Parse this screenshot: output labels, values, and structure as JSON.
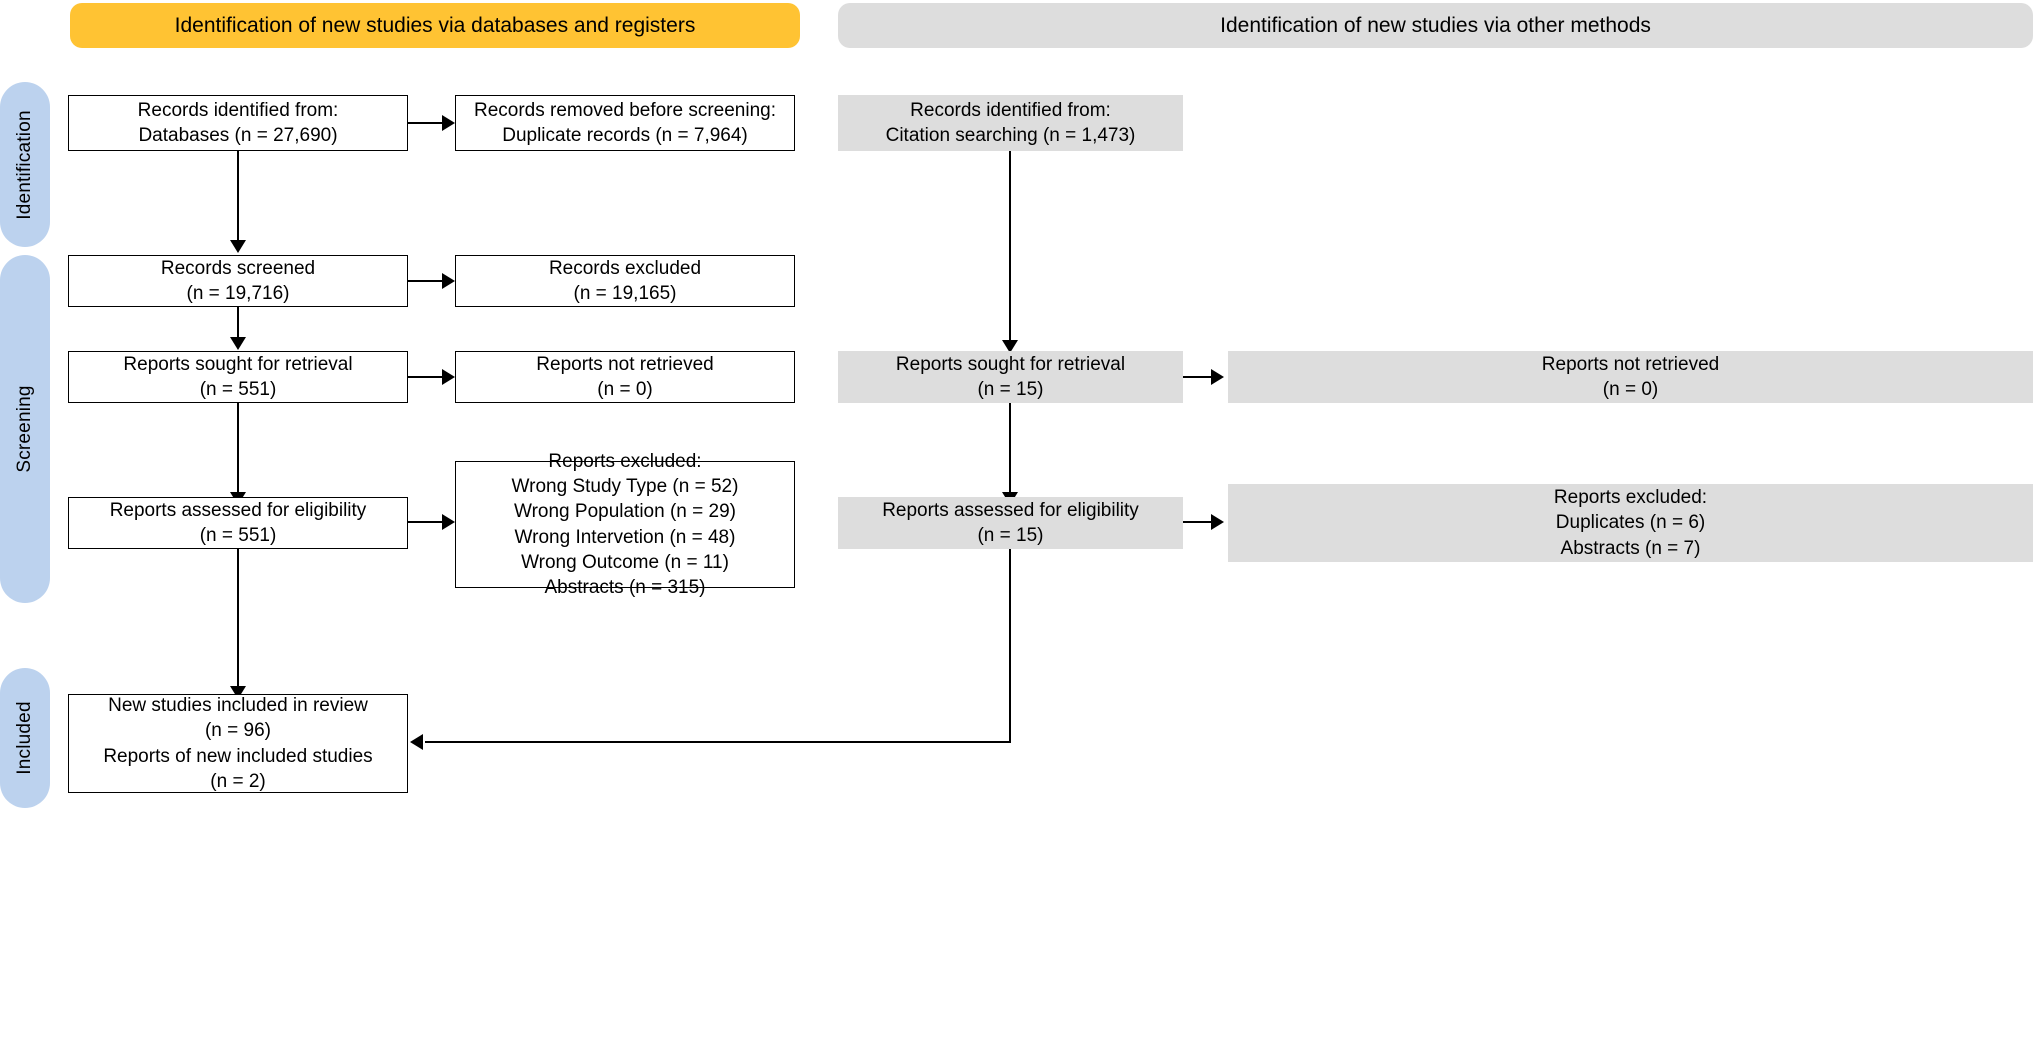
{
  "diagram": {
    "title": "PRISMA 2020 flow diagram for new systematic reviews",
    "banners": {
      "databases": "Identification of new studies via databases and registers",
      "other_methods": "Identification of new studies via other methods"
    },
    "stages": [
      {
        "key": "identification",
        "label": "Identification"
      },
      {
        "key": "screening",
        "label": "Screening"
      },
      {
        "key": "included",
        "label": "Included"
      }
    ],
    "colors": {
      "banner_databases": "#FFC333",
      "banner_other": "#DDDDDD",
      "stage_pill": "#BCD2EE",
      "box_grey": "#DDDDDD",
      "box_white": "#FFFFFF",
      "stroke": "#000000"
    },
    "left_column": {
      "identified": {
        "lines": [
          "Records identified from:",
          "Databases (n = 27,690)"
        ]
      },
      "removed": {
        "lines": [
          "Records removed before screening:",
          "Duplicate records (n = 7,964)"
        ]
      },
      "screened": {
        "lines": [
          "Records screened",
          "(n = 19,716)"
        ]
      },
      "records_excluded": {
        "lines": [
          "Records excluded",
          "(n = 19,165)"
        ]
      },
      "sought": {
        "lines": [
          "Reports sought for retrieval",
          "(n = 551)"
        ]
      },
      "not_retrieved": {
        "lines": [
          "Reports not retrieved",
          "(n = 0)"
        ]
      },
      "assessed": {
        "lines": [
          "Reports assessed for eligibility",
          "(n = 551)"
        ]
      },
      "reports_excluded": {
        "lines": [
          "Reports excluded:",
          "Wrong Study Type (n = 52)",
          "Wrong Population (n = 29)",
          "Wrong Intervetion (n = 48)",
          "Wrong Outcome (n = 11)",
          "Abstracts (n = 315)"
        ]
      },
      "included": {
        "lines": [
          "New studies included in review",
          "(n = 96)",
          "Reports of new included studies",
          "(n = 2)"
        ]
      }
    },
    "right_column": {
      "identified": {
        "lines": [
          "Records identified from:",
          "Citation searching (n = 1,473)"
        ]
      },
      "sought": {
        "lines": [
          "Reports sought for retrieval",
          "(n = 15)"
        ]
      },
      "not_retrieved": {
        "lines": [
          "Reports not retrieved",
          "(n = 0)"
        ]
      },
      "assessed": {
        "lines": [
          "Reports assessed for eligibility",
          "(n = 15)"
        ]
      },
      "reports_excluded": {
        "lines": [
          "Reports excluded:",
          "Duplicates (n = 6)",
          "Abstracts (n = 7)"
        ]
      }
    }
  }
}
